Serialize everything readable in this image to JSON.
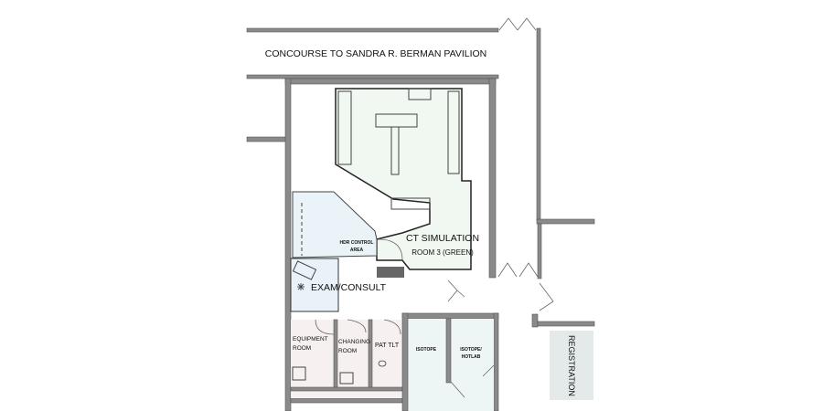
{
  "plan": {
    "concourse_label": "CONCOURSE TO SANDRA R. BERMAN PAVILION",
    "rooms": {
      "ct_simulation_line1": "CT SIMULATION",
      "ct_simulation_line2": "ROOM 3 (GREEN)",
      "hdr_control_line1": "HDR CONTROL",
      "hdr_control_line2": "AREA",
      "exam_consult": "EXAM/CONSULT",
      "equipment_line1": "EQUIPMENT",
      "equipment_line2": "ROOM",
      "changing_line1": "CHANGING",
      "changing_line2": "ROOM",
      "pat_tlt": "PAT TLT",
      "isotope": "ISOTOPE",
      "isotope_hotlab_line1": "ISOTOPE/",
      "isotope_hotlab_line2": "HOTLAB",
      "registration": "REGISTRATION"
    },
    "colors": {
      "ct_room_fill": "#f1f8f1",
      "hdr_fill": "#eaf4f8",
      "exam_fill": "#e8f2f8",
      "lower_fill": "#f6f0f0",
      "isotope_fill": "#eef5f5",
      "registration_fill": "#e4eaea",
      "wall": "#8a8a8a"
    }
  }
}
